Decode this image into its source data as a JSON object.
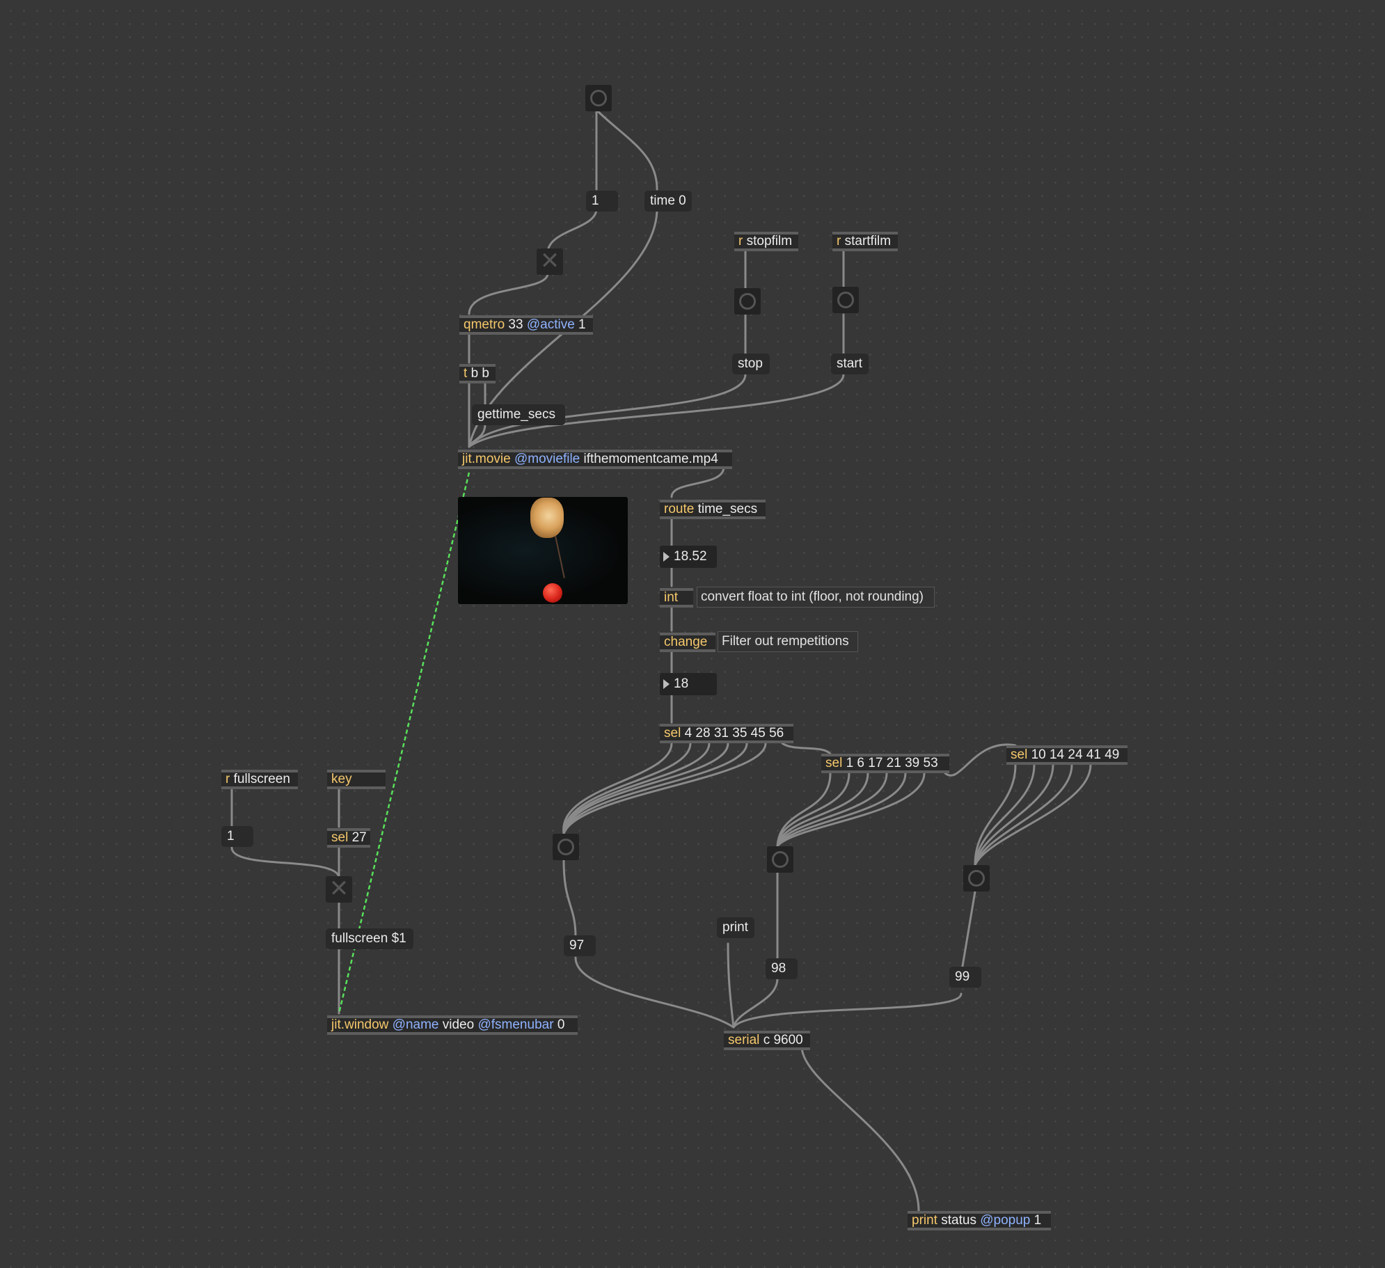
{
  "colors": {
    "background": "#373737",
    "object_fill": "#292929",
    "object_class": "#f5c86b",
    "attribute": "#8fb3ff",
    "patch_cord": "#8a8a8a",
    "matrix_cord": "#58e05a"
  },
  "objects": {
    "qmetro": {
      "cls": "qmetro",
      "a1": "33",
      "attr": "@active",
      "a2": "1"
    },
    "trigger": {
      "cls": "t",
      "args": "b b"
    },
    "gettime": {
      "label": "gettime_secs"
    },
    "jit_movie": {
      "cls": "jit.movie",
      "attr": "@moviefile",
      "arg": "ifthemomentcame.mp4"
    },
    "route": {
      "cls": "route",
      "arg": "time_secs"
    },
    "int": {
      "cls": "int"
    },
    "change": {
      "cls": "change"
    },
    "sel_a": {
      "cls": "sel",
      "args": "4 28 31 35 45 56"
    },
    "sel_b": {
      "cls": "sel",
      "args": "1 6 17 21 39 53"
    },
    "sel_c": {
      "cls": "sel",
      "args": "10 14 24 41 49"
    },
    "r_stopfilm": {
      "cls": "r",
      "arg": "stopfilm"
    },
    "r_startfilm": {
      "cls": "r",
      "arg": "startfilm"
    },
    "r_fullscreen": {
      "cls": "r",
      "arg": "fullscreen"
    },
    "key": {
      "cls": "key"
    },
    "sel27": {
      "cls": "sel",
      "args": "27"
    },
    "jit_window": {
      "cls": "jit.window",
      "attr1": "@name",
      "a1": "video",
      "attr2": "@fsmenubar",
      "a2": "0"
    },
    "serial": {
      "cls": "serial",
      "args": "c 9600"
    },
    "print_status": {
      "cls": "print",
      "arg": "status",
      "attr": "@popup",
      "a2": "1"
    }
  },
  "messages": {
    "one_top": "1",
    "time0": "time 0",
    "stop": "stop",
    "start": "start",
    "one_fs": "1",
    "fullscreen": "fullscreen $1",
    "print": "print",
    "m97": "97",
    "m98": "98",
    "m99": "99"
  },
  "numbers": {
    "float_box": "18.52",
    "int_box": "18"
  },
  "comments": {
    "int_comment": "convert float to int (floor, not rounding)",
    "change_comment": "Filter out rempetitions"
  },
  "icons": {
    "button": "bang-icon",
    "toggle": "toggle-x-icon"
  }
}
